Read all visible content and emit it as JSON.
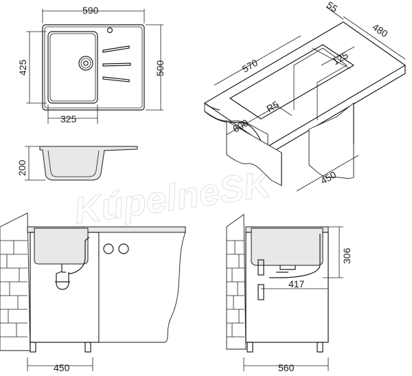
{
  "watermark": "KúpelneSK",
  "top_view": {
    "width_label": "590",
    "height_label": "500",
    "bowl_height_label": "425",
    "bowl_width_label": "325"
  },
  "iso_view": {
    "depth_label": "55",
    "width_label": "480",
    "length_label": "570",
    "drainer_label": "125",
    "radius_label": "R5",
    "outer_label": "600",
    "cabinet_label": "450"
  },
  "section_view": {
    "depth_label": "200"
  },
  "front_view": {
    "cabinet_label": "450"
  },
  "side_view": {
    "height_label": "306",
    "drain_label": "417",
    "cabinet_label": "560"
  }
}
